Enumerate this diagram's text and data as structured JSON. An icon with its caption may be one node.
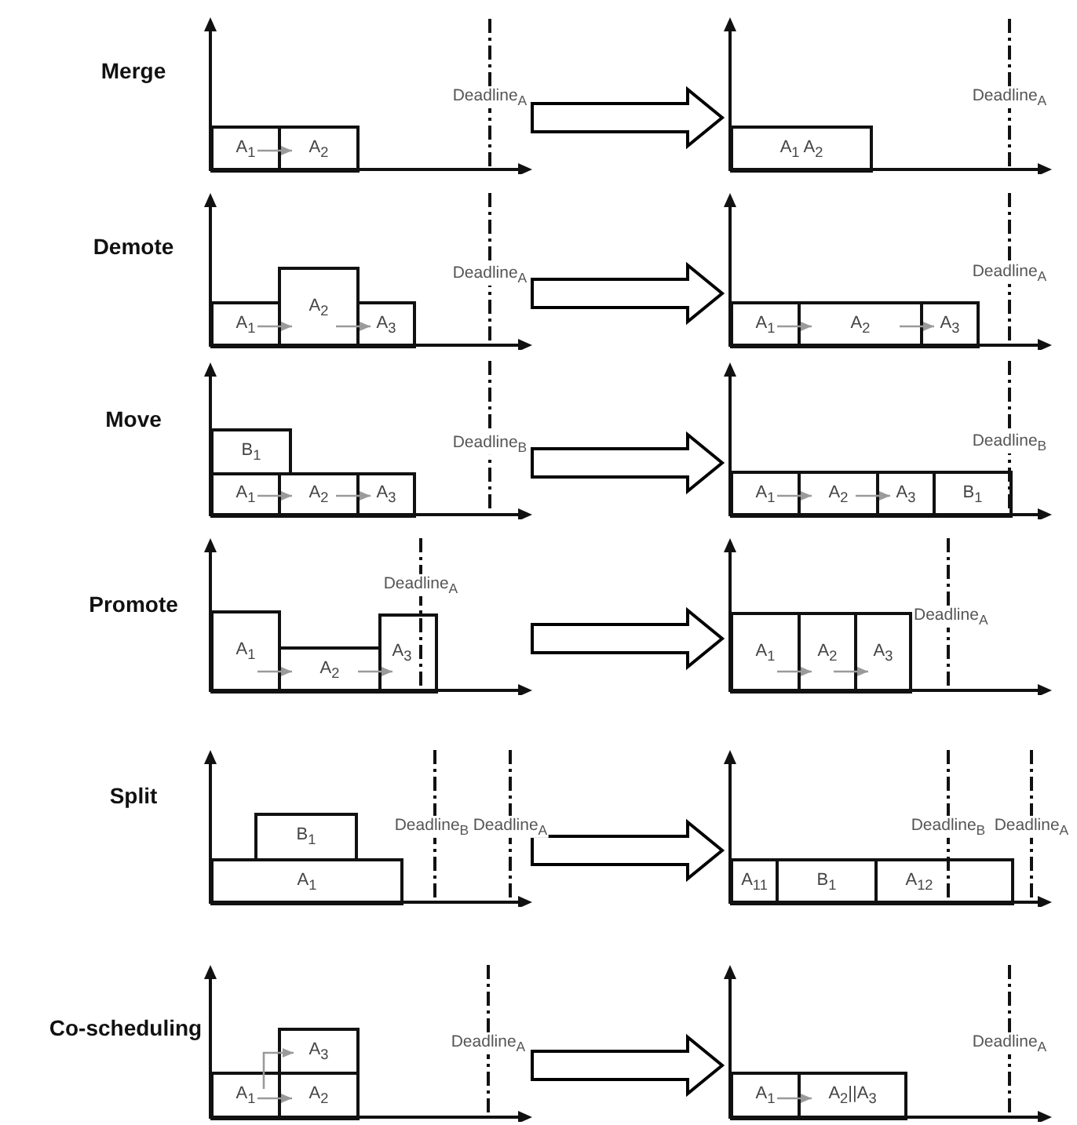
{
  "diagram": {
    "nodes": [
      {
        "text": [],
        "shape": "chart"
      },
      {
        "text": [
          "A$_{1}$"
        ],
        "in": 0
      },
      {
        "text": [
          "A$_{2}$"
        ],
        "in": 0
      },
      {
        "text": [],
        "shape": "chart"
      },
      {
        "text": [
          "A$_{1}$ A$_{2}$"
        ],
        "in": 3
      },
      {
        "text": [],
        "shape": "chart"
      },
      {
        "text": [
          "A$_{1}$"
        ],
        "in": 5
      },
      {
        "text": [
          "A$_{2}$"
        ],
        "in": 5
      },
      {
        "text": [
          "A$_{3}$"
        ],
        "in": 5
      },
      {
        "text": [],
        "shape": "chart"
      },
      {
        "text": [
          "A$_{1}$"
        ],
        "in": 9
      },
      {
        "text": [
          "A$_{2}$"
        ],
        "in": 9
      },
      {
        "text": [
          "A$_{3}$"
        ],
        "in": 9
      },
      {
        "text": [],
        "shape": "chart"
      },
      {
        "text": [
          "B$_{1}$"
        ],
        "in": 13
      },
      {
        "text": [
          "A$_{1}$"
        ],
        "in": 13
      },
      {
        "text": [
          "A$_{2}$"
        ],
        "in": 13
      },
      {
        "text": [
          "A$_{3}$"
        ],
        "in": 13
      },
      {
        "text": [],
        "shape": "chart"
      },
      {
        "text": [
          "A$_{1}$"
        ],
        "in": 18
      },
      {
        "text": [
          "A$_{2}$"
        ],
        "in": 18
      },
      {
        "text": [
          "A$_{3}$"
        ],
        "in": 18
      },
      {
        "text": [
          "B$_{1}$"
        ],
        "in": 18
      },
      {
        "text": [],
        "shape": "chart"
      },
      {
        "text": [
          "A$_{1}$"
        ],
        "in": 23
      },
      {
        "text": [
          "A$_{2}$"
        ],
        "in": 23
      },
      {
        "text": [
          "A$_{3}$"
        ],
        "in": 23
      },
      {
        "text": [],
        "shape": "chart"
      },
      {
        "text": [
          "A$_{1}$"
        ],
        "in": 27
      },
      {
        "text": [
          "A$_{2}$"
        ],
        "in": 27
      },
      {
        "text": [
          "A$_{3}$"
        ],
        "in": 27
      },
      {
        "text": [],
        "shape": "chart"
      },
      {
        "text": [
          "B$_{1}$"
        ],
        "in": 31
      },
      {
        "text": [
          "A$_{1}$"
        ],
        "in": 31
      },
      {
        "text": [],
        "shape": "chart"
      },
      {
        "text": [
          "A$_{11}$"
        ],
        "in": 34
      },
      {
        "text": [
          "B$_{1}$"
        ],
        "in": 34
      },
      {
        "text": [
          "A$_{12}$"
        ],
        "in": 34
      },
      {
        "text": [],
        "shape": "chart"
      },
      {
        "text": [
          "A$_{3}$"
        ],
        "in": 38
      },
      {
        "text": [
          "A$_{1}$"
        ],
        "in": 38
      },
      {
        "text": [
          "A$_{2}$"
        ],
        "in": 38
      },
      {
        "text": [],
        "shape": "chart"
      },
      {
        "text": [
          "A$_{1}$"
        ],
        "in": 42
      },
      {
        "text": [
          "A$_{2}$||A$_{3}$"
        ],
        "in": 42
      }
    ],
    "edges": [
      {
        "from": 1,
        "to": 2,
        "arrow": "to"
      },
      {
        "from": 0,
        "to": 3,
        "arrow": "to",
        "style": "thick",
        "color": "#000000"
      },
      {
        "from": 6,
        "to": 7,
        "arrow": "to"
      },
      {
        "from": 7,
        "to": 8,
        "arrow": "to"
      },
      {
        "from": 5,
        "to": 9,
        "arrow": "to",
        "style": "thick",
        "color": "#000000"
      },
      {
        "from": 10,
        "to": 11,
        "arrow": "to"
      },
      {
        "from": 11,
        "to": 12,
        "arrow": "to"
      },
      {
        "from": 15,
        "to": 16,
        "arrow": "to"
      },
      {
        "from": 16,
        "to": 17,
        "arrow": "to"
      },
      {
        "from": 13,
        "to": 18,
        "arrow": "to",
        "style": "thick",
        "color": "#000000"
      },
      {
        "from": 19,
        "to": 20,
        "arrow": "to"
      },
      {
        "from": 20,
        "to": 21,
        "arrow": "to"
      },
      {
        "from": 24,
        "to": 25,
        "arrow": "to"
      },
      {
        "from": 25,
        "to": 26,
        "arrow": "to"
      },
      {
        "from": 23,
        "to": 27,
        "arrow": "to",
        "style": "thick",
        "color": "#000000"
      },
      {
        "from": 28,
        "to": 29,
        "arrow": "to"
      },
      {
        "from": 29,
        "to": 30,
        "arrow": "to"
      },
      {
        "from": 31,
        "to": 34,
        "arrow": "to",
        "style": "thick",
        "color": "#000000"
      },
      {
        "from": 40,
        "to": 41,
        "arrow": "to"
      },
      {
        "from": 40,
        "to": 39,
        "arrow": "to"
      },
      {
        "from": 38,
        "to": 42,
        "arrow": "to",
        "style": "thick",
        "color": "#000000"
      },
      {
        "from": 43,
        "to": 44,
        "arrow": "to"
      }
    ],
    "labels": [
      "Merge",
      "Deadline$_{A}$",
      "Deadline$_{A}$",
      "Demote",
      "Deadline$_{A}$",
      "Deadline$_{A}$",
      "Move",
      "Deadline$_{B}$",
      "Deadline$_{B}$",
      "Promote",
      "Deadline$_{A}$",
      "Deadline$_{A}$",
      "Split",
      "Deadline$_{B}$",
      "Deadline$_{A}$",
      "Deadline$_{B}$",
      "Deadline$_{A}$",
      "Co-scheduling",
      "Deadline$_{A}$",
      "Deadline$_{A}$"
    ]
  }
}
